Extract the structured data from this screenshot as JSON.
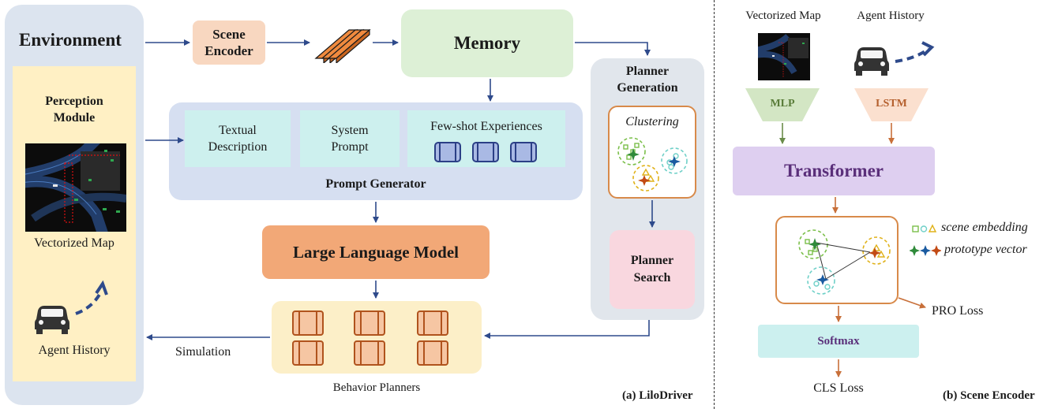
{
  "panel_a": {
    "caption": "(a) LiloDriver",
    "environment": {
      "title": "Environment",
      "perception_title": "Perception\nModule",
      "map_label": "Vectorized Map",
      "agent_label": "Agent History"
    },
    "scene_encoder": "Scene\nEncoder",
    "memory": "Memory",
    "prompt_generator": {
      "title": "Prompt Generator",
      "textual_description": "Textual\nDescription",
      "system_prompt": "System\nPrompt",
      "few_shot": "Few-shot Experiences"
    },
    "llm": "Large Language Model",
    "behavior_planners": "Behavior Planners",
    "simulation": "Simulation",
    "planner_generation": {
      "title": "Planner\nGeneration",
      "clustering": "Clustering",
      "planner_search": "Planner\nSearch"
    }
  },
  "panel_b": {
    "caption": "(b) Scene Encoder",
    "vectorized_map": "Vectorized Map",
    "agent_history": "Agent History",
    "mlp": "MLP",
    "lstm": "LSTM",
    "transformer": "Transformer",
    "legend": {
      "scene_embedding": "scene embedding",
      "prototype_vector": "prototype vector"
    },
    "pro_loss": "PRO Loss",
    "softmax": "Softmax",
    "cls_loss": "CLS Loss"
  },
  "colors": {
    "environment_bg": "#dce4ef",
    "perception_bg": "#fff0c4",
    "scene_encoder_bg": "#f8d7c0",
    "memory_bg": "#ddf0d6",
    "prompt_bg": "#d6dff1",
    "prompt_cell_bg": "#cdf0ee",
    "llm_bg": "#f2a877",
    "planners_bg": "#fcefc8",
    "planner_gen_bg": "#e1e6ec",
    "planner_search_bg": "#f9d7df",
    "mlp_bg": "#d3e6c4",
    "lstm_bg": "#fbe0cf",
    "transformer_bg": "#decff0",
    "softmax_bg": "#ccf0ef",
    "arrow_blue": "#2e4a8b",
    "arrow_orange": "#c8703a",
    "arrow_green": "#6a8c4a"
  }
}
